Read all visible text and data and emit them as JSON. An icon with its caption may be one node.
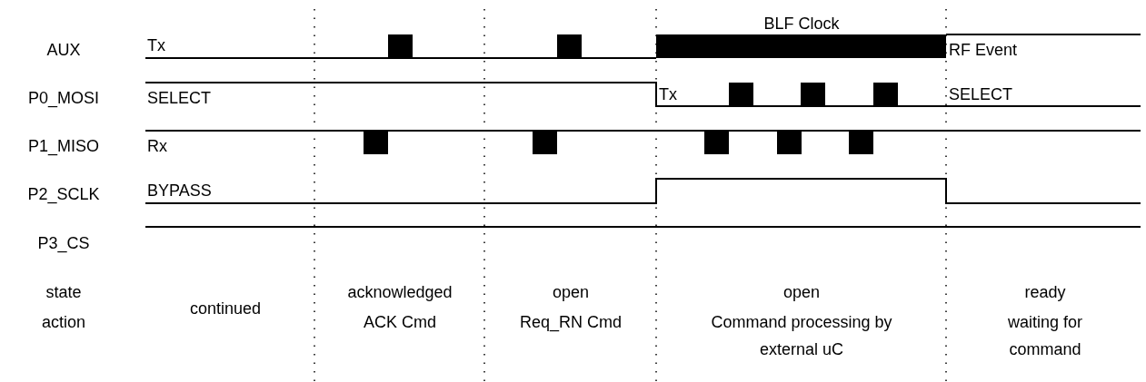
{
  "diagram": {
    "labels": [
      "BLF Clock",
      "AUX",
      "Tx",
      "RF Event",
      "P0_MOSI",
      "SELECT",
      "Tx",
      "SELECT",
      "P1_MISO",
      "Rx",
      "P2_SCLK",
      "BYPASS",
      "P3_CS",
      "state",
      "acknowledged",
      "open",
      "open",
      "ready",
      "continued",
      "action",
      "ACK Cmd",
      "Req_RN Cmd",
      "Command processing by external uC",
      "waiting for command"
    ]
  }
}
